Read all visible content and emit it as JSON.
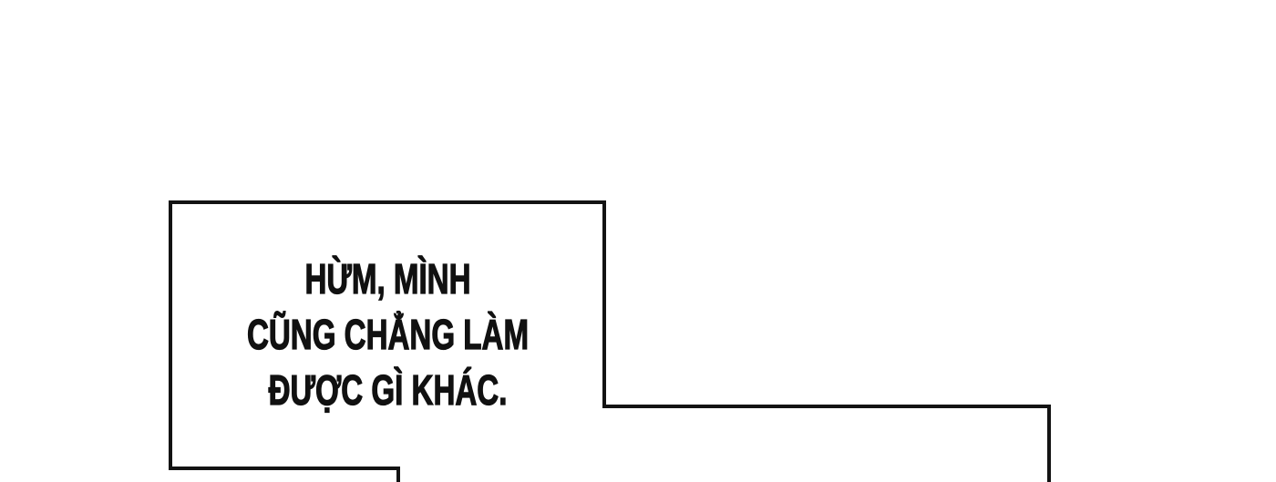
{
  "page": {
    "background_color": "#ffffff"
  },
  "panel": {
    "border_color": "#131313",
    "border_width": "4"
  },
  "speech_box": {
    "text_color": "#111111",
    "lines": [
      "HỪM, MÌNH",
      "CŨNG CHẲNG LÀM",
      "ĐƯỢC GÌ KHÁC."
    ]
  }
}
